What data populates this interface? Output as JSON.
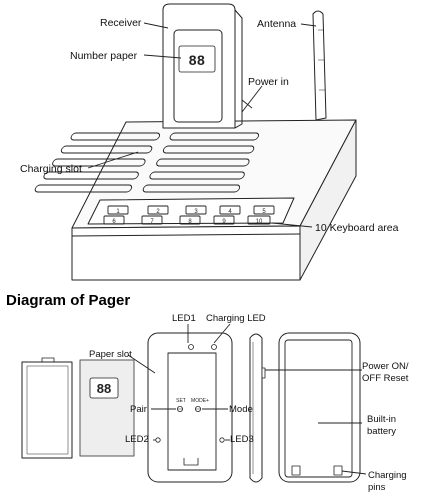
{
  "top_labels": {
    "receiver": "Receiver",
    "number_paper": "Number paper",
    "antenna": "Antenna",
    "power_in": "Power in",
    "charging_slot": "Charging slot",
    "keyboard_area": "10 Keyboard area"
  },
  "section_title": "Diagram of Pager",
  "pager_labels": {
    "led1": "LED1",
    "charging_led": "Charging LED",
    "paper_slot": "Paper slot",
    "power_on_off_line1": "Power ON/",
    "power_on_off_line2": "OFF Reset",
    "pair": "Pair",
    "mode": "Mode",
    "built_in_line1": "Built-in",
    "built_in_line2": "battery",
    "led2": "LED2",
    "led3": "LED3",
    "charging_pins_line1": "Charging",
    "charging_pins_line2": "pins"
  },
  "display_digits": "88",
  "button_labels": {
    "set": "SET",
    "mode": "MODE+"
  },
  "keys_row1": [
    "1",
    "2",
    "3",
    "4",
    "5"
  ],
  "keys_row2": [
    "6",
    "7",
    "8",
    "9",
    "10"
  ]
}
